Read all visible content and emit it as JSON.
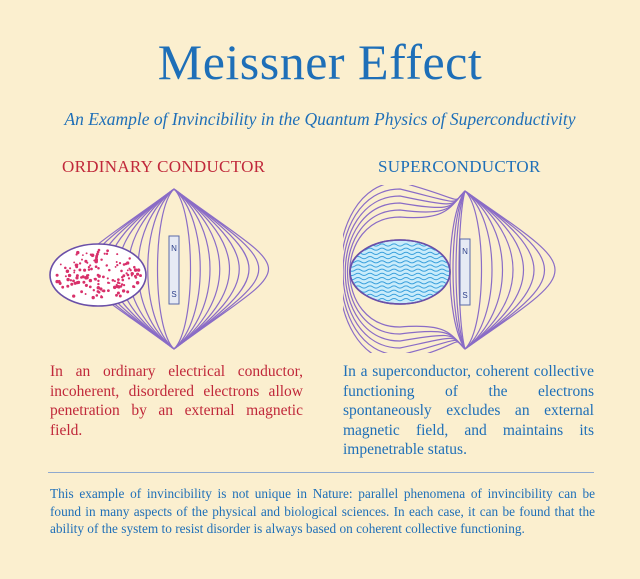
{
  "title": "Meissner Effect",
  "subtitle": "An Example of Invincibility in the Quantum Physics of Superconductivity",
  "ordinary": {
    "heading": "ORDINARY CONDUCTOR",
    "text": "In an ordinary electrical conductor, incoherent, disordered electrons allow penetration by an external magnetic field.",
    "magnet_north": "N",
    "magnet_south": "S"
  },
  "superconductor": {
    "heading": "SUPERCONDUCTOR",
    "text": "In a superconductor, coherent collective functioning of the electrons spontaneously excludes an external magnetic field, and maintains its impenetrable status.",
    "magnet_north": "N",
    "magnet_south": "S"
  },
  "footer": "This example of invincibility is not unique in Nature: parallel phenomena of invincibility can be found in many aspects of the physical and biological sciences. In each case, it can be found that the ability of the system to resist disorder is always based on coherent collective functioning.",
  "colors": {
    "background": "#fbefcf",
    "title_blue": "#1e6fb8",
    "ordinary_red": "#c0283a",
    "field_lines": "#8a6cc6",
    "electron_pink": "#d8306a",
    "wave_blue": "#3aa0dc"
  }
}
